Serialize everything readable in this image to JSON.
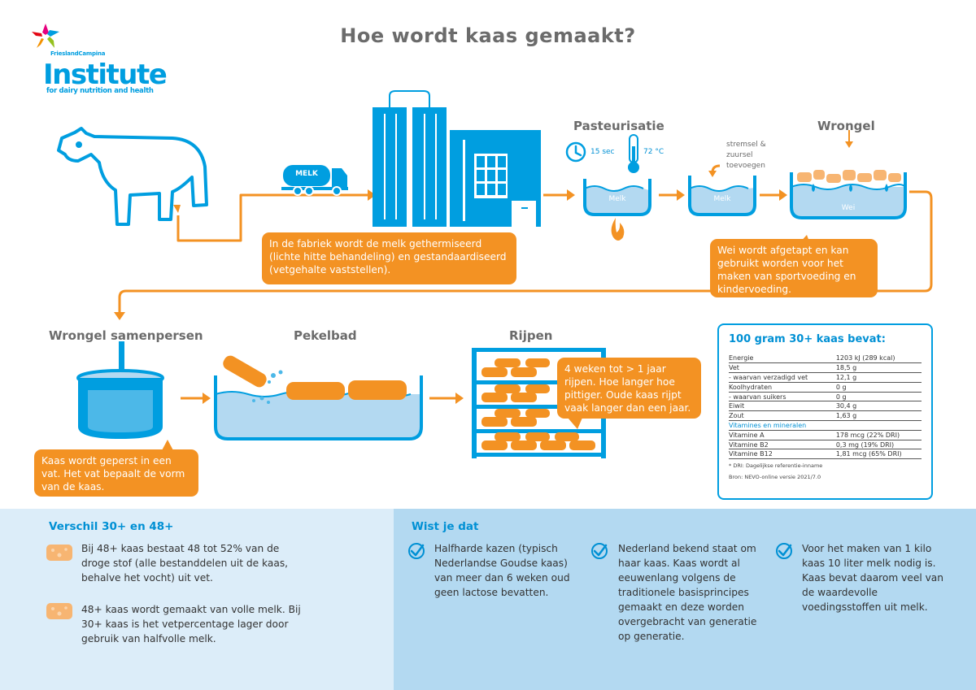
{
  "header": {
    "title": "Hoe wordt kaas gemaakt?",
    "logo_brand": "FrieslandCampina",
    "logo_main": "Institute",
    "logo_sub": "for dairy nutrition and health"
  },
  "colors": {
    "blue": "#009ee0",
    "orange": "#f39223",
    "light_blue": "#b3d9f1",
    "pale_blue": "#dcedf9",
    "gray": "#6b6b6b"
  },
  "process": {
    "truck_label": "MELK",
    "factory_text": "In de fabriek wordt de melk gethermiseerd (lichte hitte behandeling) en gestandaardiseerd (vetgehalte vaststellen).",
    "pasteurisatie": {
      "title": "Pasteurisatie",
      "time": "15 sec",
      "temp": "72 °C",
      "tank_label": "Melk"
    },
    "rennet": {
      "note": "stremsel & zuursel toevoegen",
      "tank_label": "Melk"
    },
    "wrongel": {
      "title": "Wrongel",
      "tank_label": "Wei"
    },
    "wei_text": "Wei wordt afgetapt en kan gebruikt worden voor het maken van sportvoeding en kindervoeding.",
    "press": {
      "title": "Wrongel samenpersen",
      "text": "Kaas wordt geperst in een vat. Het vat bepaalt de vorm van de kaas."
    },
    "pekelbad": {
      "title": "Pekelbad"
    },
    "rijpen": {
      "title": "Rijpen",
      "text": "4 weken tot > 1 jaar rijpen. Hoe langer hoe pittiger. Oude kaas rijpt vaak langer dan een jaar."
    }
  },
  "nutrition": {
    "title": "100 gram 30+ kaas bevat:",
    "rows": [
      {
        "name": "Energie",
        "value": "1203 kJ (289 kcal)"
      },
      {
        "name": "Vet",
        "value": "18,5 g"
      },
      {
        "name": "- waarvan verzadigd vet",
        "value": "12,1 g"
      },
      {
        "name": "Koolhydraten",
        "value": "0 g"
      },
      {
        "name": "- waarvan suikers",
        "value": "0 g"
      },
      {
        "name": "Eiwit",
        "value": "30,4 g"
      },
      {
        "name": "Zout",
        "value": "1,63 g"
      }
    ],
    "section_label": "Vitamines en mineralen",
    "vitamins": [
      {
        "name": "Vitamine A",
        "value": "178 mcg (22% DRI)"
      },
      {
        "name": "Vitamine B2",
        "value": "0,3 mg (19% DRI)"
      },
      {
        "name": "Vitamine B12",
        "value": "1,81 mcg (65% DRI)"
      }
    ],
    "footnote": "* DRI: Dagelijkse referentie-inname",
    "source": "Bron: NEVO-online versie 2021/7.0"
  },
  "verschil": {
    "title": "Verschil 30+ en 48+",
    "items": [
      "Bij 48+ kaas bestaat 48 tot 52% van de droge stof (alle bestanddelen uit de kaas, behalve het vocht) uit vet.",
      "48+ kaas wordt gemaakt van volle melk. Bij 30+ kaas is het vetpercentage lager door gebruik van halfvolle melk."
    ]
  },
  "wistjedat": {
    "title": "Wist je dat",
    "items": [
      "Halfharde kazen (typisch Nederlandse Goudse kaas) van meer dan 6 weken oud geen lactose bevatten.",
      "Nederland bekend staat om haar kaas. Kaas wordt al eeuwenlang volgens de traditionele basisprincipes gemaakt en deze worden overgebracht van generatie op generatie.",
      "Voor het maken van 1 kilo kaas 10 liter melk nodig is. Kaas bevat daarom veel van de waardevolle voedingsstoffen uit melk."
    ]
  }
}
